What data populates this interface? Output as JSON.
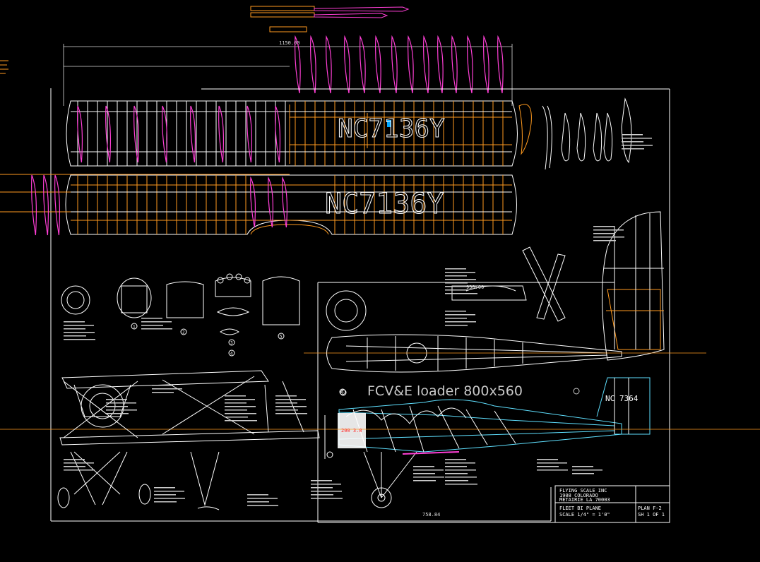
{
  "drawing": {
    "dimension_label": "1150.00",
    "registration_top": "NC7136Y",
    "registration_bottom": "NC7136Y",
    "registration_tail": "NC 7364",
    "overlay_label": "FCV&E loader 800x560",
    "small_dimension": "930.00",
    "small_dim_2": "758.84",
    "red_label": "200 3.8",
    "title_block": {
      "company": "FLYING SCALE INC",
      "address_1": "1908 COLORADO",
      "address_2": "METAIRIE LA 70003",
      "fleet_line": "FLEET BI PLANE",
      "scale_line": "SCALE 1/4\" = 1'0\"",
      "plan_no": "PLAN F-2",
      "sheet_no": "SH 1 OF 1"
    },
    "former_numbers": [
      "1",
      "2",
      "3",
      "4",
      "5",
      "6"
    ]
  },
  "colors": {
    "background": "#000000",
    "linework": "#ffffff",
    "ribs": "#ff3fd6",
    "spars": "#ff9a1f",
    "fuselage_side": "#5fe0ff",
    "highlight": "#00a8ff",
    "red": "#ff3030",
    "overlay_text": "#c8c8c8"
  }
}
